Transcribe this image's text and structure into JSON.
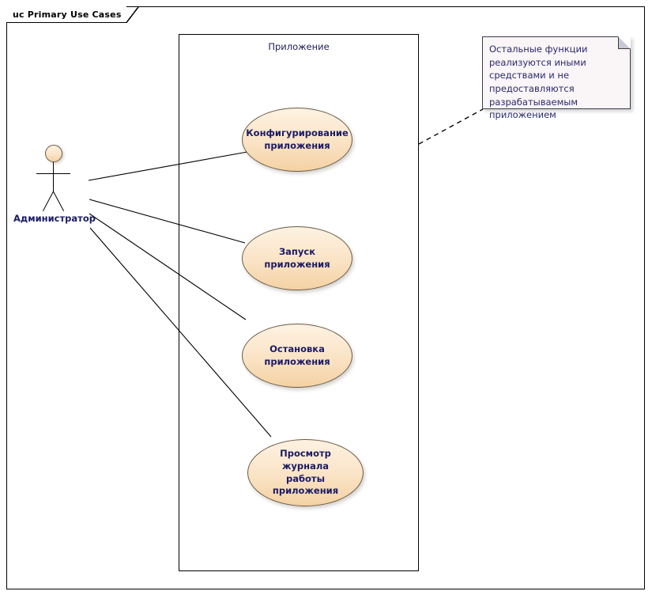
{
  "frame": {
    "tab_label": "uc Primary Use Cases"
  },
  "boundary": {
    "label": "Приложение"
  },
  "actor": {
    "name": "Администратор",
    "head_icon": "actor-head-icon"
  },
  "use_cases": [
    {
      "label": "Конфигурирование\nприложения"
    },
    {
      "label": "Запуск приложения"
    },
    {
      "label": "Остановка\nприложения"
    },
    {
      "label": "Просмотр журнала\nработы приложения"
    }
  ],
  "note": {
    "text": "Остальные функции реализуются иными средствами и не предоставляются разрабатываемым приложением"
  },
  "colors": {
    "usecase_fill_top": "#fdf2e2",
    "usecase_fill_bottom": "#f4d2a4",
    "usecase_border": "#6b5a44",
    "label_text": "#1a1a64",
    "note_fill": "#faf5f6",
    "note_border": "#3a3a4a",
    "line": "#000000",
    "background": "#ffffff"
  }
}
